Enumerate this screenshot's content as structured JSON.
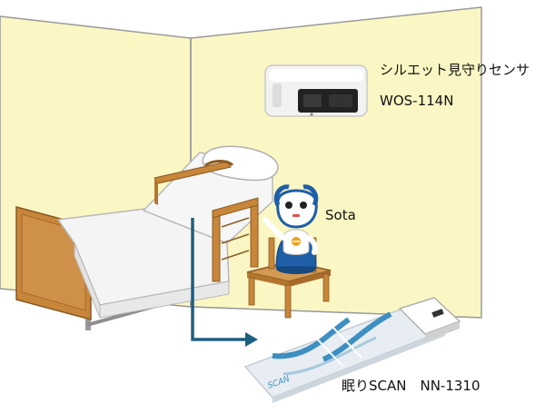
{
  "labels": {
    "sensor_name": "シルエット見守りセンサ",
    "sensor_model": "WOS-114N",
    "robot_name": "Sota",
    "mat_name": "眠りSCAN　NN-1310",
    "mat_brand": "SCAN"
  },
  "colors": {
    "wall": "#fbf7c4",
    "wall_line": "#9a9a9a",
    "wood": "#c8863a",
    "wood_dark": "#8a5a22",
    "bed_white": "#f4f4f4",
    "robot_blue": "#1e5fa8",
    "arrow": "#1d5f80",
    "mat_stripe": "#3d8fc2",
    "mat_base": "#e7edf2"
  },
  "icons": [
    "silhouette-sensor-icon",
    "bed-icon",
    "robot-icon",
    "chair-icon",
    "sleep-mat-icon",
    "arrow-icon"
  ]
}
